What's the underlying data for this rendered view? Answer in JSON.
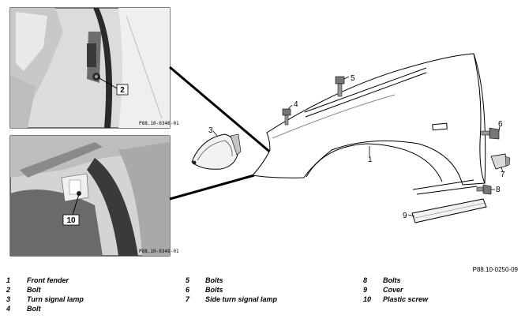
{
  "inset_top": {
    "code": "P88.10-0346-01",
    "callouts": [
      "2"
    ]
  },
  "inset_bottom": {
    "code": "P88.10-0349-01",
    "callouts": [
      "10"
    ]
  },
  "main_callouts": [
    "1",
    "3",
    "4",
    "5",
    "6",
    "7",
    "8",
    "9"
  ],
  "figure_code": "P88.10-0250-09",
  "legend": [
    {
      "num": "1",
      "text": "Front fender"
    },
    {
      "num": "2",
      "text": "Bolt"
    },
    {
      "num": "3",
      "text": "Turn signal lamp"
    },
    {
      "num": "4",
      "text": "Bolt"
    },
    {
      "num": "5",
      "text": "Bolts"
    },
    {
      "num": "6",
      "text": "Bolts"
    },
    {
      "num": "7",
      "text": "Side turn signal lamp"
    },
    {
      "num": "8",
      "text": "Bolts"
    },
    {
      "num": "9",
      "text": "Cover"
    },
    {
      "num": "10",
      "text": "Plastic screw"
    }
  ]
}
